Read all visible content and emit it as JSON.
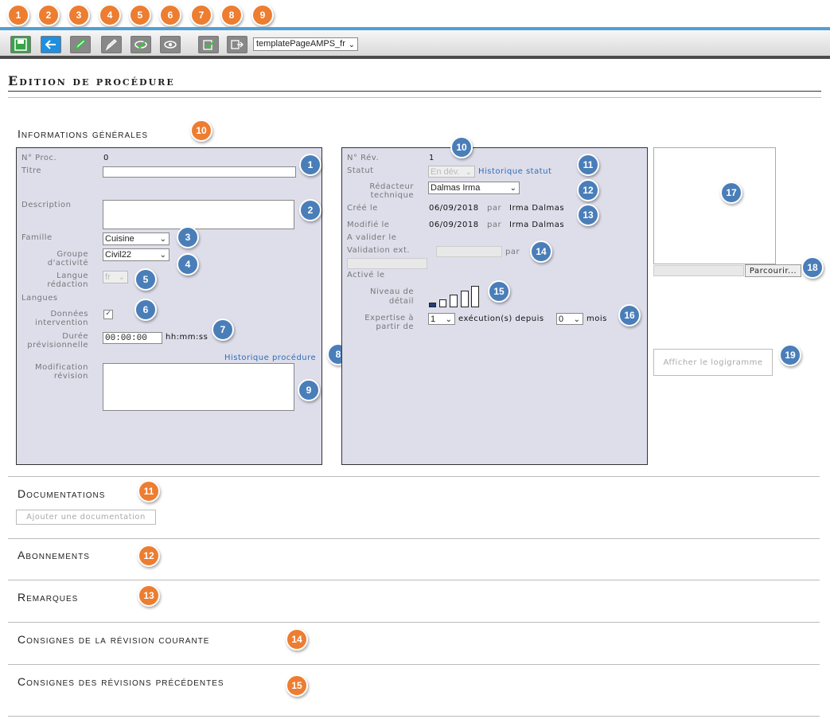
{
  "badges_top": [
    "1",
    "2",
    "3",
    "4",
    "5",
    "6",
    "7",
    "8",
    "9"
  ],
  "toolbar": {
    "template_value": "templatePageAMPS_fr",
    "icons": [
      "save-icon",
      "back-arrow-icon",
      "edit-check-icon",
      "pencil-icon",
      "eye-check-icon",
      "eye-icon",
      "document-check-icon",
      "exit-icon"
    ]
  },
  "page_title": "Edition de procédure",
  "general": {
    "title": "Informations générales",
    "badge": "10",
    "left": {
      "num_proc_label": "N° Proc.",
      "num_proc_value": "0",
      "titre_label": "Titre",
      "description_label": "Description",
      "famille_label": "Famille",
      "famille_value": "Cuisine",
      "groupe_label": "Groupe d'activité",
      "groupe_value": "Civil22",
      "langue_label": "Langue rédaction",
      "langue_value": "fr",
      "langues_label": "Langues",
      "donnees_label": "Données intervention",
      "duree_label": "Durée prévisionnelle",
      "duree_value": "00:00:00",
      "duree_unit": "hh:mm:ss",
      "historique_link": "Historique procédure",
      "modif_label": "Modification révision",
      "badges": [
        "1",
        "2",
        "3",
        "4",
        "5",
        "6",
        "7",
        "8",
        "9"
      ]
    },
    "right": {
      "num_rev_label": "N° Rév.",
      "num_rev_value": "1",
      "statut_label": "Statut",
      "statut_value": "En dév.",
      "historique_statut": "Historique statut",
      "redacteur_label": "Rédacteur technique",
      "redacteur_value": "Dalmas Irma",
      "cree_label": "Créé le",
      "cree_date": "06/09/2018",
      "par": "par",
      "cree_by": "Irma Dalmas",
      "modifie_label": "Modifié le",
      "modifie_date": "06/09/2018",
      "modifie_by": "Irma Dalmas",
      "a_valider_label": "A valider le",
      "validation_label": "Validation ext.",
      "validation_par": "par",
      "active_label": "Activé le",
      "niveau_label": "Niveau de détail",
      "detail_level": 1,
      "expertise_label": "Expertise à partir de",
      "expertise_value": "1",
      "executions_text": "exécution(s) depuis",
      "mois_value": "0",
      "mois_text": "mois",
      "badges": [
        "10",
        "11",
        "12",
        "13",
        "14",
        "15",
        "16"
      ]
    },
    "side": {
      "browse_label": "Parcourir...",
      "logigramme_label": "Afficher le logigramme",
      "badges": [
        "17",
        "18",
        "19"
      ]
    }
  },
  "sections": [
    {
      "title": "Documentations",
      "badge": "11",
      "button": "Ajouter une documentation"
    },
    {
      "title": "Abonnements",
      "badge": "12"
    },
    {
      "title": "Remarques",
      "badge": "13"
    },
    {
      "title": "Consignes de la révision courante",
      "badge": "14"
    },
    {
      "title": "Consignes des révisions précédentes",
      "badge": "15"
    }
  ]
}
